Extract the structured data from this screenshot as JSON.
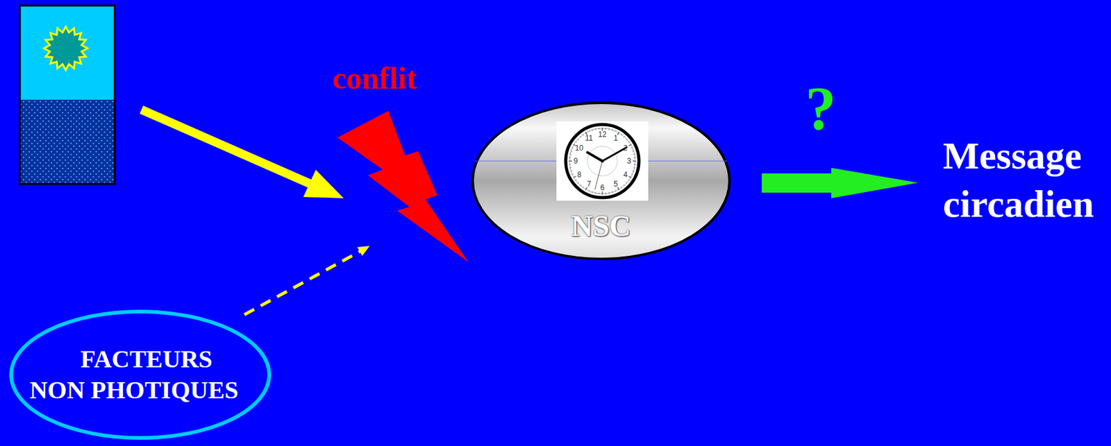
{
  "diagram": {
    "nodes": [
      {
        "text": [
          "NSC"
        ]
      },
      {
        "text": [
          "FACTEURS NON PHOTIQUES"
        ]
      }
    ],
    "labels": [
      "conflit",
      "?",
      "Message circadien",
      "12",
      "1",
      "2",
      "3",
      "4",
      "5",
      "6",
      "7",
      "8",
      "9",
      "10",
      "11"
    ]
  }
}
